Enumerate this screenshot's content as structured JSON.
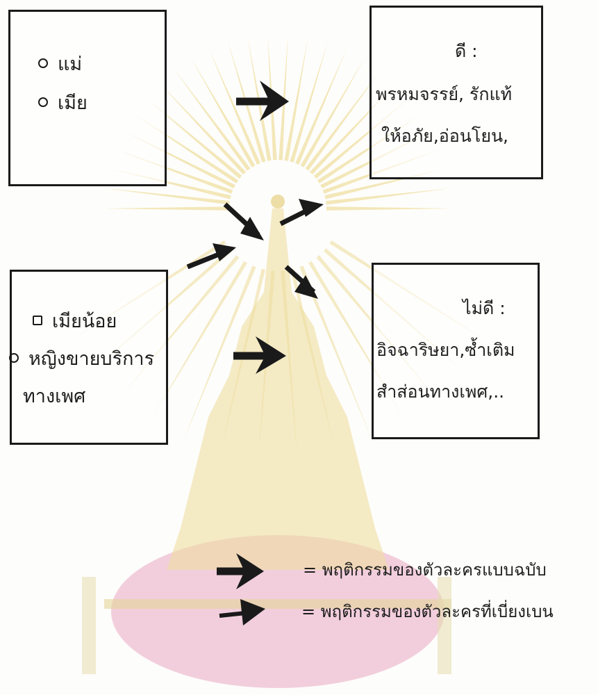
{
  "boxes": {
    "top_left": {
      "items": [
        "แม่",
        "เมีย"
      ]
    },
    "top_right": {
      "heading": "ดี :",
      "line1": "พรหมจรรย์, รักแท้",
      "line2": "ให้อภัย,อ่อนโยน,"
    },
    "bottom_left": {
      "items": [
        "เมียน้อย",
        "หญิงขายบริการ"
      ],
      "item_cont": "ทางเพศ"
    },
    "bottom_right": {
      "heading": "ไม่ดี :",
      "line1": "อิจฉาริษยา,ซ้ำเติม",
      "line2": "สำส่อนทางเพศ,.."
    }
  },
  "legend": {
    "standard": "= พฤติกรรมของตัวละครแบบฉบับ",
    "deviant": "= พฤติกรรมของตัวละครที่เบี่ยงเบน"
  },
  "colors": {
    "ink": "#1a1a1a",
    "watermark_gold": "#ecd88e",
    "watermark_pink": "#e9a7c2"
  },
  "icons": {
    "thick_arrow": "thick-arrow-icon",
    "thin_arrow": "thin-arrow-icon",
    "watermark": "university-emblem-watermark"
  }
}
